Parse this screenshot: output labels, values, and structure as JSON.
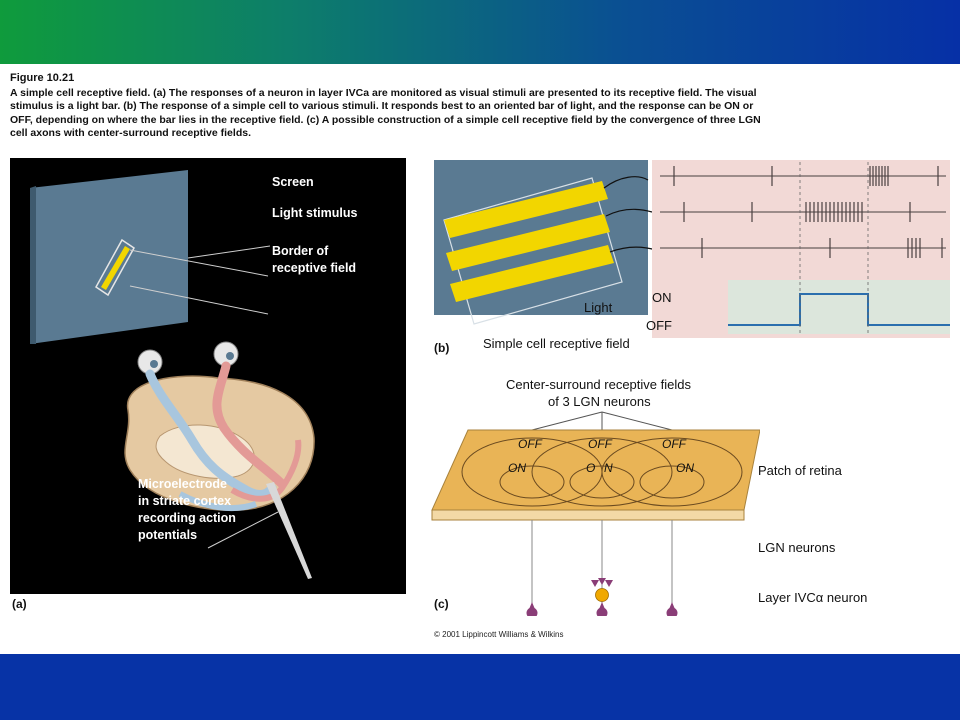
{
  "figure": {
    "number": "Figure 10.21",
    "caption": "A simple cell receptive field. (a) The responses of a neuron in layer IVCa are monitored as visual stimuli are presented to its receptive field. The visual stimulus is a light bar. (b) The response of a simple cell to various stimuli. It responds best to an oriented bar of light, and the response can be ON or OFF, depending on where the bar lies in the receptive field. (c) A possible construction of a simple cell receptive field by the convergence of three LGN cell axons with center-surround receptive fields."
  },
  "panel_a": {
    "letter": "(a)",
    "screen": "Screen",
    "light_stimulus": "Light stimulus",
    "border_line1": "Border of",
    "border_line2": "receptive field",
    "electrode_l1": "Microelectrode",
    "electrode_l2": "in striate cortex",
    "electrode_l3": "recording action",
    "electrode_l4": "potentials"
  },
  "panel_b": {
    "letter": "(b)",
    "receptive_field": "Simple cell receptive field",
    "light": "Light",
    "on": "ON",
    "off": "OFF"
  },
  "panel_c": {
    "letter": "(c)",
    "title_l1": "Center-surround receptive fields",
    "title_l2": "of 3 LGN neurons",
    "off": "OFF",
    "on": "ON",
    "on_split_1": "O",
    "on_split_2": "N",
    "patch_of_retina": "Patch of retina",
    "lgn_neurons": "LGN neurons",
    "layer_neuron": "Layer IVCα neuron"
  },
  "copyright": "© 2001 Lippincott Williams & Wilkins",
  "colors": {
    "band_blue": "#0733a6",
    "band_green": "#0f9b3c",
    "stimulus_yellow": "#f2d600",
    "screen_blue": "#5a7a92",
    "trace_bg": "#f2d9d6",
    "light_bg": "#dce6dc",
    "retina": "#e9b456",
    "neuron_purple": "#8a3d77",
    "layer_neuron": "#f0a800"
  }
}
